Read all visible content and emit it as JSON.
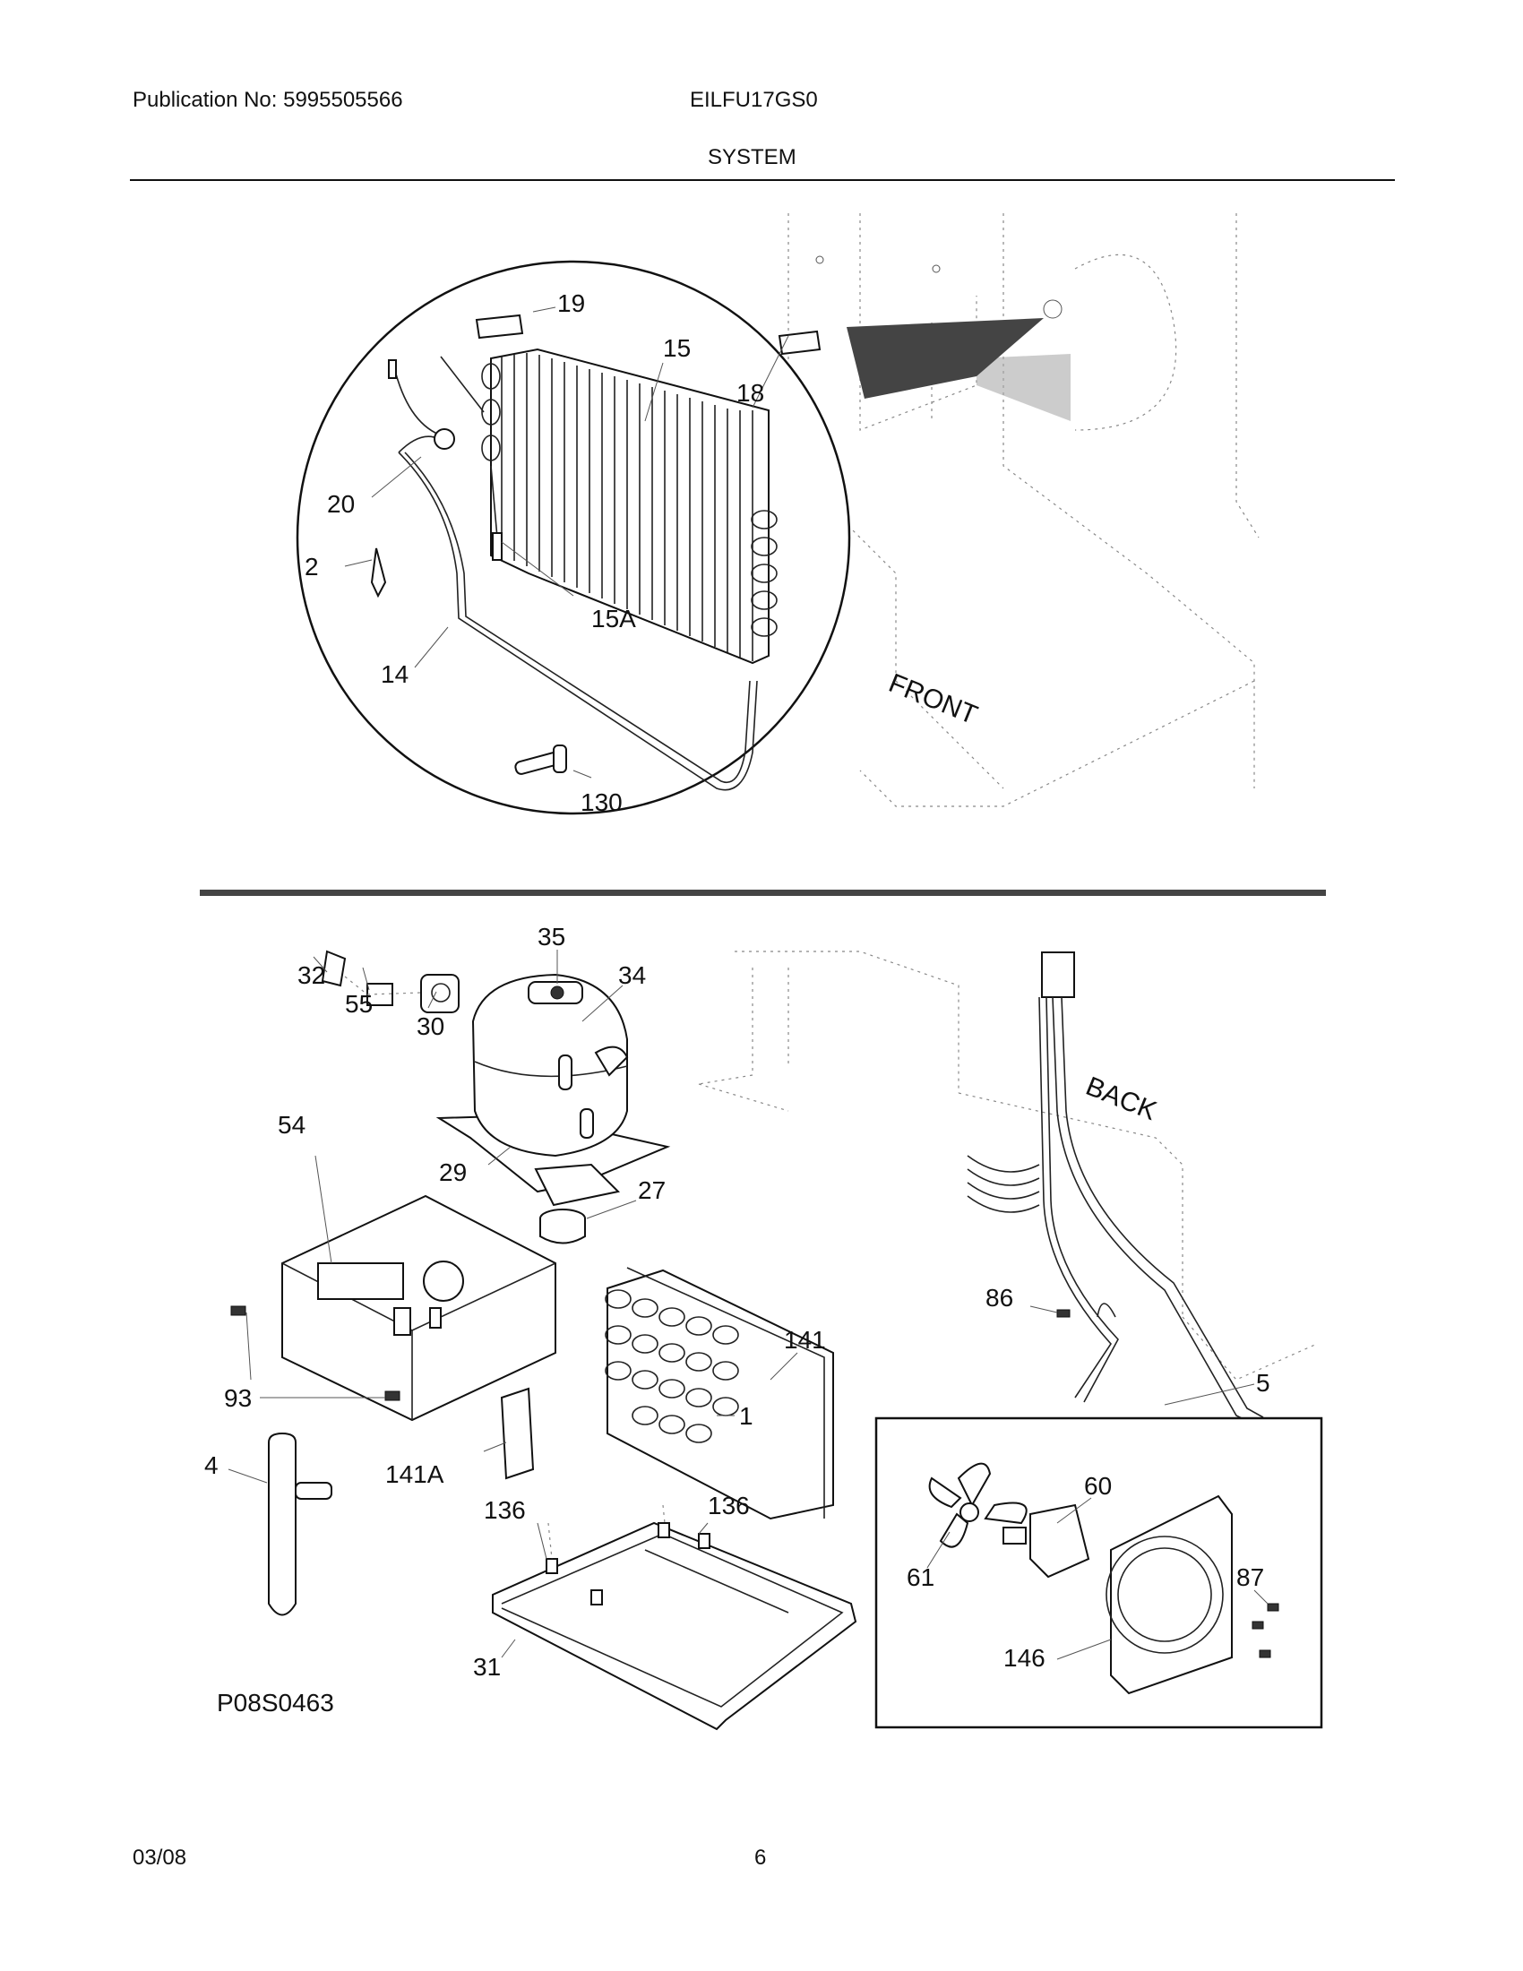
{
  "header": {
    "publication": "Publication No: 5995505566",
    "model": "EILFU17GS0",
    "section": "SYSTEM"
  },
  "footer": {
    "date": "03/08",
    "page": "6"
  },
  "figure": {
    "code": "P08S0463",
    "orientation_front": "FRONT",
    "orientation_back": "BACK"
  },
  "callouts": {
    "c19": "19",
    "c15": "15",
    "c18": "18",
    "c20": "20",
    "c2": "2",
    "c15a": "15A",
    "c14": "14",
    "c130": "130",
    "c35": "35",
    "c34": "34",
    "c32": "32",
    "c55": "55",
    "c30": "30",
    "c54": "54",
    "c29": "29",
    "c27": "27",
    "c86": "86",
    "c141": "141",
    "c93": "93",
    "c1": "1",
    "c4": "4",
    "c141a": "141A",
    "c136a": "136",
    "c136b": "136",
    "c5": "5",
    "c60": "60",
    "c61": "61",
    "c87": "87",
    "c146": "146",
    "c31": "31"
  }
}
